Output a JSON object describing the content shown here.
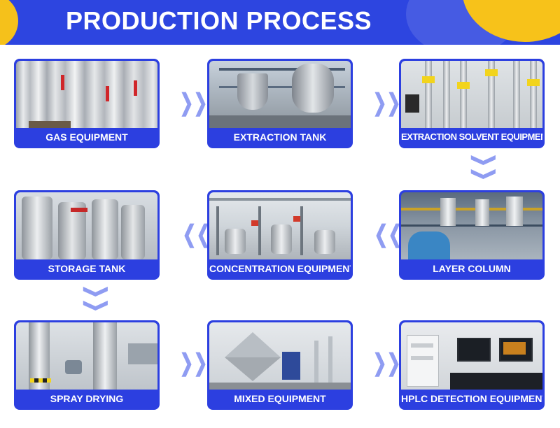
{
  "header": {
    "title": "PRODUCTION PROCESS"
  },
  "steps": [
    {
      "label": "GAS EQUIPMENT"
    },
    {
      "label": "EXTRACTION TANK"
    },
    {
      "label": "EXTRACTION SOLVENT EQUIPMENT"
    },
    {
      "label": "LAYER COLUMN"
    },
    {
      "label": "CONCENTRATION EQUIPMENT"
    },
    {
      "label": "STORAGE TANK"
    },
    {
      "label": "SPRAY DRYING"
    },
    {
      "label": "MIXED EQUIPMENT"
    },
    {
      "label": "HPLC DETECTION EQUIPMENT"
    }
  ],
  "arrows": {
    "right": "❯❯",
    "left": "❮❮",
    "down": "❯❯"
  },
  "colors": {
    "brand_blue": "#2c3fe0",
    "accent_yellow": "#f5c11b",
    "arrow": "#8f9cf2"
  }
}
